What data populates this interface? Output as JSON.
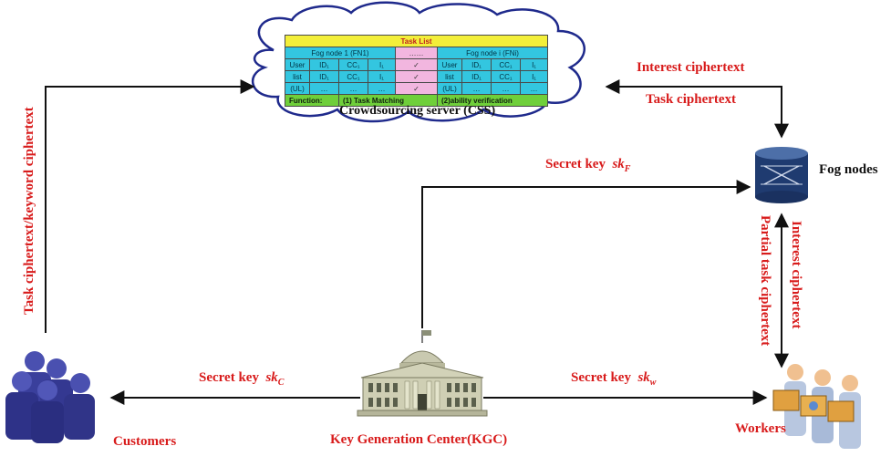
{
  "css_server": {
    "label": "Crowdsourcing server (CSS)",
    "table": {
      "title": "Task List",
      "fog_node_left": "Fog node 1 (FN1)",
      "middle_header": "……",
      "fog_node_right": "Fog node i (FNi)",
      "row_labels": [
        "User",
        "list",
        "(UL)"
      ],
      "rows": [
        [
          "ID₁",
          "CC₁",
          "I₁",
          "✓",
          "ID₁",
          "CC₁",
          "I₁"
        ],
        [
          "ID₁",
          "CC₁",
          "I₁",
          "✓",
          "ID₁",
          "CC₁",
          "I₁"
        ],
        [
          "…",
          "…",
          "…",
          "✓",
          "…",
          "…",
          "…"
        ]
      ],
      "function_label": "Function:",
      "function_1": "(1) Task Matching",
      "function_2": "(2)ability verification"
    }
  },
  "nodes": {
    "fog_nodes": "Fog nodes",
    "customers": "Customers",
    "workers": "Workers",
    "kgc": "Key Generation Center(KGC)"
  },
  "edges": {
    "interest_ciphertext_top": "Interest ciphertext",
    "task_ciphertext": "Task ciphertext",
    "secret_key_f": {
      "text": "Secret key",
      "key": "sk",
      "sub": "F"
    },
    "secret_key_c": {
      "text": "Secret key",
      "key": "sk",
      "sub": "C"
    },
    "secret_key_w": {
      "text": "Secret key",
      "key": "sk",
      "sub": "w"
    },
    "customer_to_css": "Task ciphertext/keyword ciphertext",
    "fog_worker_interest": "Interest ciphertext",
    "fog_worker_partial": "Partial task ciphertext"
  },
  "colors": {
    "label_red": "#d81b1b",
    "arrow": "#111111",
    "cloud_stroke": "#1f2a8c",
    "table_title": "#f3ef3a",
    "table_cyan": "#33c6e0",
    "table_pink": "#f2b6df",
    "table_green": "#6fcf3a",
    "customer_blue": "#3a3f9c",
    "fog_blue": "#1f3b70",
    "worker_orange": "#e0a040"
  }
}
